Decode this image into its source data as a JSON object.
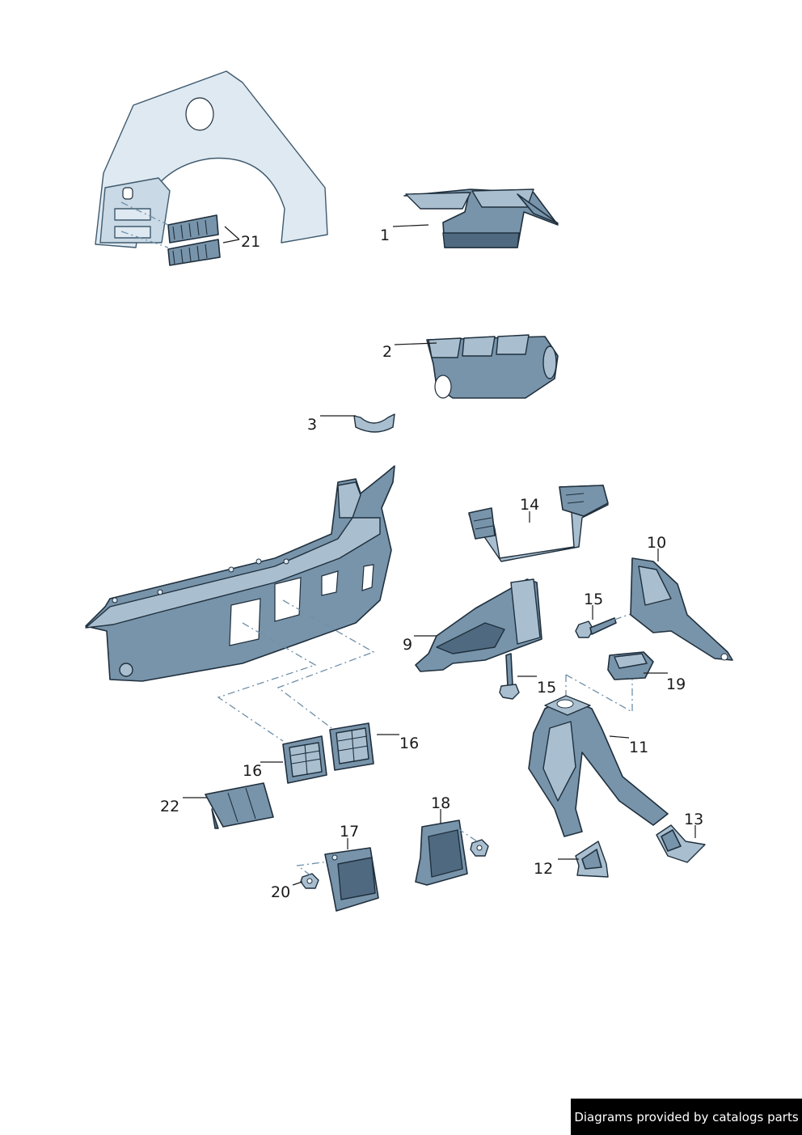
{
  "callouts": {
    "c1": "1",
    "c2": "2",
    "c3": "3",
    "c9": "9",
    "c10": "10",
    "c11": "11",
    "c12": "12",
    "c13": "13",
    "c14": "14",
    "c15a": "15",
    "c15b": "15",
    "c16a": "16",
    "c16b": "16",
    "c17": "17",
    "c18": "18",
    "c19": "19",
    "c20": "20",
    "c21": "21",
    "c22": "22"
  },
  "footer": {
    "credit": "Diagrams provided by catalogs parts"
  },
  "colors": {
    "part_fill": "#7894aa",
    "part_light": "#a9bfcf",
    "part_dark": "#4f6a80",
    "outline": "#1f2f3d",
    "body_shell": "#dfe9f1",
    "assembly_dash": "#6f8fa8"
  }
}
